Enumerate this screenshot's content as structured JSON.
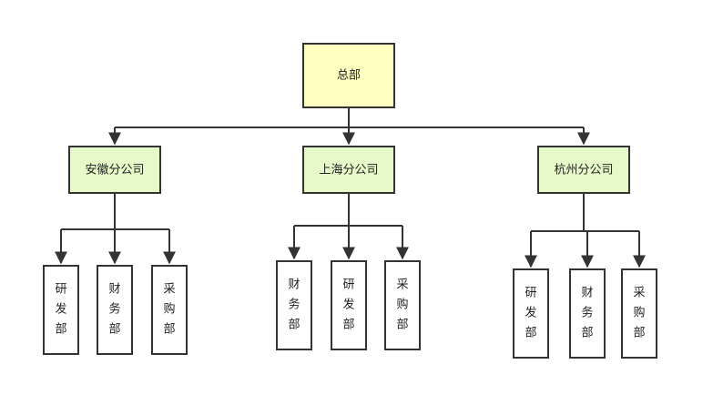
{
  "diagram": {
    "root": {
      "label": "总部"
    },
    "branches": [
      {
        "label": "安徽分公司",
        "departments": [
          "研发部",
          "财务部",
          "采购部"
        ]
      },
      {
        "label": "上海分公司",
        "departments": [
          "财务部",
          "研发部",
          "采购部"
        ]
      },
      {
        "label": "杭州分公司",
        "departments": [
          "研发部",
          "财务部",
          "采购部"
        ]
      }
    ],
    "colors": {
      "root_fill": "#FFFFC0",
      "branch_fill": "#E6F9C8",
      "dept_fill": "#FFFFFF",
      "stroke": "#333333"
    }
  }
}
